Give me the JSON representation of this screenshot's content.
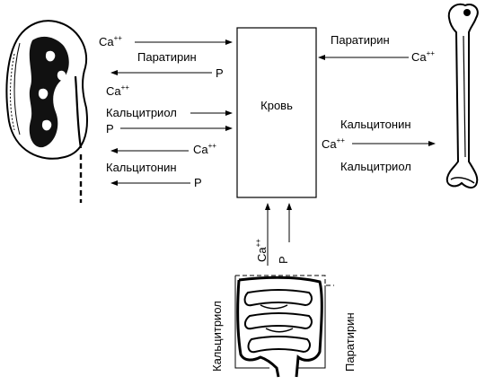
{
  "blood_label": "Кровь",
  "ion": {
    "base": "Ca",
    "charge": "++"
  },
  "phosphate": "P",
  "hormones": {
    "parathyrin": "Паратирин",
    "calcitriol": "Кальцитриол",
    "calcitonin": "Кальцитонин"
  },
  "organs": [
    "kidney",
    "bone",
    "intestine"
  ]
}
